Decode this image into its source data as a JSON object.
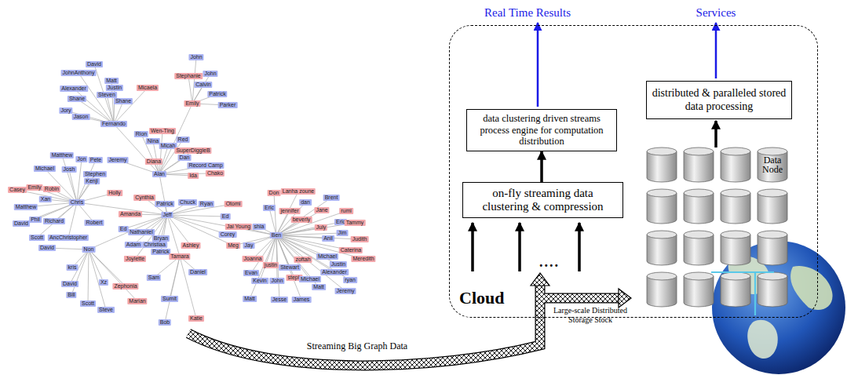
{
  "diagram": {
    "nodes": [
      {
        "text": [
          "Cloud"
        ]
      },
      {
        "text": [
          "data clustering driven streams process engine for computation distribution"
        ],
        "in": 0
      },
      {
        "text": [
          "on-fly streaming data clustering & compression"
        ],
        "in": 0
      },
      {
        "text": [
          "distributed & paralleled stored data processing"
        ],
        "in": 0
      }
    ],
    "edges": [
      {
        "from": 2,
        "to": 1,
        "arrow": "to"
      }
    ],
    "labels": [
      "Real Time Results",
      "Services",
      "Data Node",
      "....",
      "Large-scale Distributed Storage Stock",
      "Streaming Big Graph Data",
      "David",
      "JohnAnthony",
      "Matt",
      "Alexander",
      "Justin",
      "Micaela",
      "Steven",
      "Shane",
      "Shane",
      "Jory",
      "Jason",
      "Fernando",
      "John",
      "John",
      "Stephanie",
      "Calvin",
      "Patrick",
      "Parker",
      "Emily",
      "Wen-Ting",
      "Red",
      "Rion",
      "Nina",
      "Micah",
      "SuperDiggleB",
      "Dan",
      "Record Camp",
      "Chako",
      "Diana",
      "Pete",
      "Jeremy",
      "Alan",
      "Ida",
      "Matthew",
      "Jon",
      "Michael",
      "Josh",
      "Stephen",
      "Kenji",
      "Casey",
      "Emily",
      "Robin",
      "Holly",
      "Cynthia",
      "Patrick",
      "Chuck",
      "Ryan",
      "Otomi",
      "Chris",
      "Xan",
      "Matthew",
      "Phil",
      "Richard",
      "Jeff",
      "Amanda",
      "Ed",
      "Robert",
      "David",
      "Corey",
      "Ed",
      "Nathaniel",
      "Bryan",
      "Scott",
      "AncChristopher",
      "Adam",
      "Christiaa",
      "Patrick",
      "Ashley",
      "Non",
      "David",
      "Joylette",
      "Tamara",
      "kris",
      "Sam",
      "Daniel",
      "Xz",
      "Zephonia",
      "David",
      "Bill",
      "Marian",
      "Sumit",
      "Scott",
      "Steve",
      "Bob",
      "Katie",
      "Meg",
      "Jay",
      "Jai Young",
      "shia",
      "Don",
      "Ben",
      "Lanha zoune",
      "Brent",
      "dan",
      "Eric",
      "jennifer",
      "Jane",
      "rumi",
      "beverly",
      "Eric",
      "Tammy",
      "July",
      "Jim",
      "Anil",
      "Judith",
      "Caterina",
      "Michael",
      "Justin",
      "Meredith",
      "Joanna",
      "justin",
      "Stewart",
      "zoftah",
      "steph",
      "Evan",
      "Kevin",
      "John",
      "Alexander",
      "ryan",
      "Michaei",
      "Matt",
      "Jeremy",
      "Matt",
      "Jesse",
      "James"
    ]
  }
}
